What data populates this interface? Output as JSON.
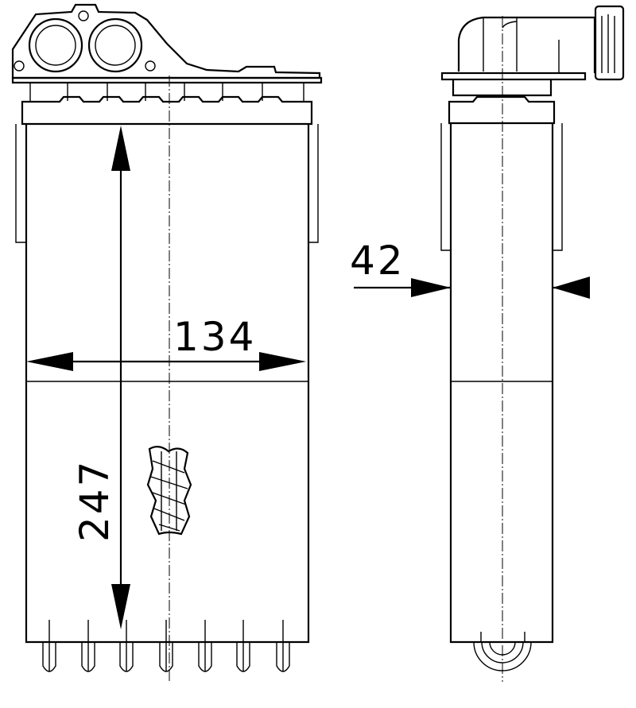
{
  "dimensions": {
    "height": "247",
    "width": "134",
    "depth": "42"
  },
  "colors": {
    "line": "#000000",
    "background": "#ffffff"
  }
}
